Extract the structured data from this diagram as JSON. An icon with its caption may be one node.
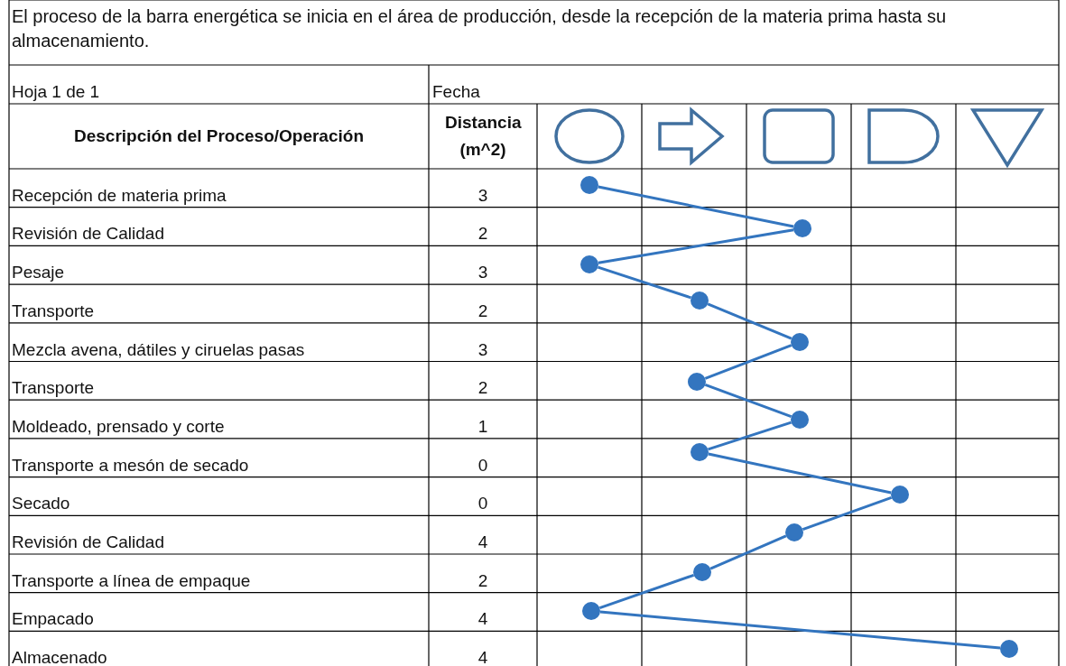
{
  "diagram": {
    "nodes": [
      {
        "text": [],
        "shape": "circle"
      },
      {
        "text": [],
        "shape": "circle"
      },
      {
        "text": [],
        "shape": "circle"
      },
      {
        "text": [],
        "shape": "circle"
      },
      {
        "text": [],
        "shape": "circle"
      },
      {
        "text": [],
        "shape": "circle"
      },
      {
        "text": [],
        "shape": "circle"
      },
      {
        "text": [],
        "shape": "circle"
      },
      {
        "text": [],
        "shape": "circle"
      },
      {
        "text": [],
        "shape": "circle"
      },
      {
        "text": [],
        "shape": "circle"
      },
      {
        "text": [],
        "shape": "circle"
      },
      {
        "text": [],
        "shape": "circle"
      }
    ],
    "edges": [
      {
        "from": 0,
        "to": 1,
        "arrow": "none"
      },
      {
        "from": 1,
        "to": 2,
        "arrow": "none"
      },
      {
        "from": 2,
        "to": 3,
        "arrow": "none"
      },
      {
        "from": 3,
        "to": 4,
        "arrow": "none"
      },
      {
        "from": 4,
        "to": 5,
        "arrow": "none"
      },
      {
        "from": 5,
        "to": 6,
        "arrow": "none"
      },
      {
        "from": 6,
        "to": 7,
        "arrow": "none"
      },
      {
        "from": 7,
        "to": 8,
        "arrow": "none"
      },
      {
        "from": 8,
        "to": 9,
        "arrow": "none"
      },
      {
        "from": 9,
        "to": 10,
        "arrow": "none"
      },
      {
        "from": 10,
        "to": 11,
        "arrow": "none"
      },
      {
        "from": 11,
        "to": 12,
        "arrow": "none"
      }
    ],
    "labels": [
      "El proceso de la barra energética se inicia en el área de producción, desde la recepción de la materia prima hasta su almacenamiento.",
      "Hoja 1 de 1",
      "Fecha",
      "Descripción del Proceso/Operación",
      "Distancia (m^2)",
      "Recepción de materia prima",
      "3",
      "Revisión de Calidad",
      "2",
      "Pesaje",
      "3",
      "Transporte",
      "2",
      "Mezcla avena, dátiles y ciruelas pasas",
      "3",
      "Transporte",
      "2",
      "Moldeado, prensado y corte",
      "1",
      "Transporte a mesón de secado",
      "0",
      "Secado",
      "0",
      "Revisión de Calidad",
      "4",
      "Transporte a línea de empaque",
      "2",
      "Empacado",
      "4",
      "Almacenado",
      "4"
    ]
  }
}
